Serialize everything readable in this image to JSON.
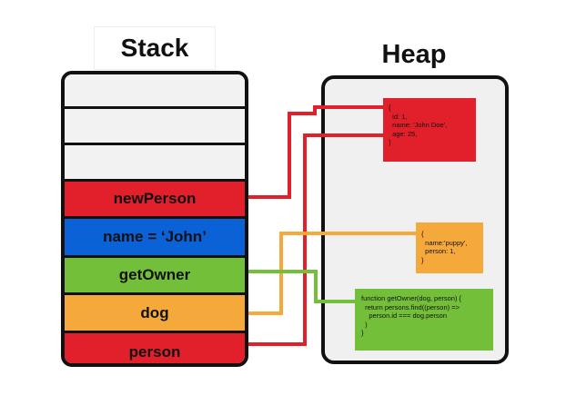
{
  "titles": {
    "stack": "Stack",
    "heap": "Heap"
  },
  "colors": {
    "red": "#e2202b",
    "blue": "#0b61d6",
    "green": "#74bf3a",
    "orange": "#f6a93b",
    "outline": "#111111"
  },
  "stack": {
    "slots": [
      {
        "label": "newPerson",
        "color": "#e2202b",
        "text_color": "#111111"
      },
      {
        "label": "name = ‘John’",
        "color": "#0b61d6",
        "text_color": "#111111"
      },
      {
        "label": "getOwner",
        "color": "#74bf3a",
        "text_color": "#111111"
      },
      {
        "label": "dog",
        "color": "#f6a93b",
        "text_color": "#111111"
      },
      {
        "label": "person",
        "color": "#e2202b",
        "text_color": "#111111"
      }
    ]
  },
  "heap": {
    "person_object": {
      "lines": [
        "{",
        "  id: 1,",
        "  name: 'John Doe',",
        "  age: 25,",
        "}"
      ],
      "color": "#e2202b"
    },
    "dog_object": {
      "lines": [
        "{",
        "  name:'puppy',",
        "  person: 1,",
        "}"
      ],
      "color": "#f6a93b"
    },
    "function_object": {
      "lines": [
        "function getOwner(dog, person) {",
        "  return persons.find((person) =>",
        "    person.id === dog.person",
        "  )",
        "}"
      ],
      "color": "#74bf3a"
    }
  }
}
